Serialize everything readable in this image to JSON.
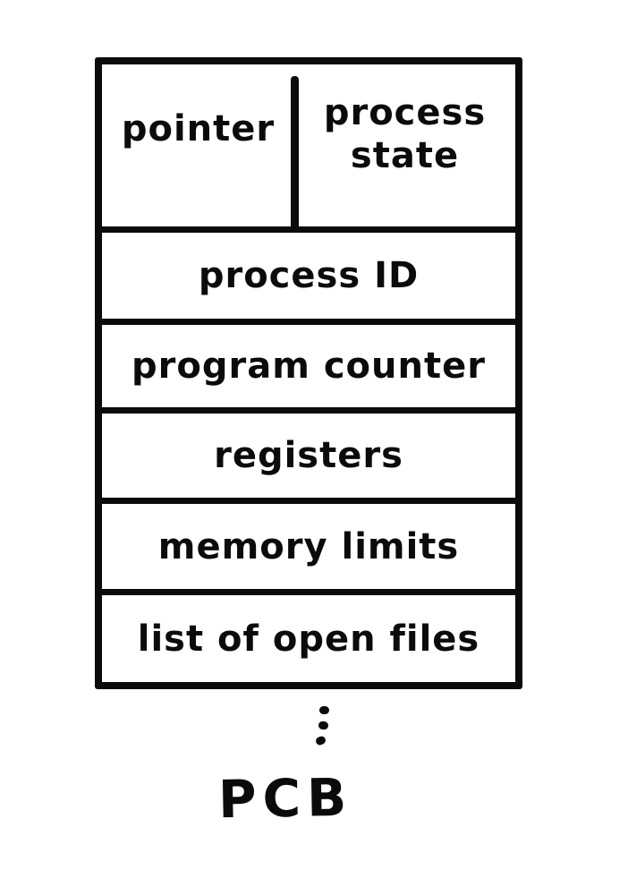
{
  "diagram": {
    "caption": "PCB",
    "top_row": {
      "left": "pointer",
      "right": "process state"
    },
    "rows": [
      "process ID",
      "program counter",
      "registers",
      "memory limits",
      "list of open files"
    ],
    "icons": {
      "ellipsis": "vertical-ellipsis"
    },
    "colors": {
      "ink": "#0b0b0b",
      "background": "#ffffff"
    }
  }
}
